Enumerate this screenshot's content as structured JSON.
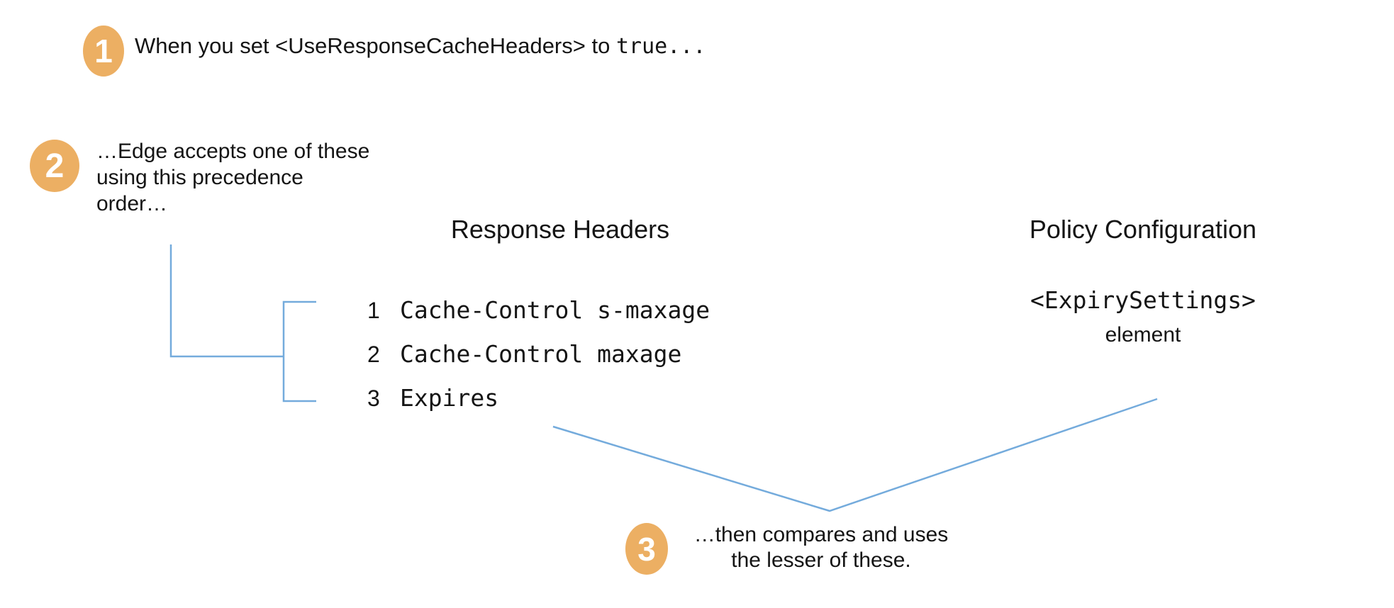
{
  "colors": {
    "accent_orange": "#ECAF63",
    "line_blue": "#74ABDC",
    "text_black": "#141414",
    "background": "#FFFFFF"
  },
  "steps": [
    {
      "number": "1",
      "text_prefix": "When you set <UseResponseCacheHeaders> to ",
      "text_code": "true..."
    },
    {
      "number": "2",
      "lines": [
        "…Edge accepts one of these",
        "using this precedence",
        "order…"
      ]
    },
    {
      "number": "3",
      "lines": [
        "…then compares and uses",
        "the lesser of these."
      ]
    }
  ],
  "columns": {
    "response_headers": {
      "title": "Response Headers",
      "items": [
        {
          "rank": "1",
          "label": "Cache-Control s-maxage"
        },
        {
          "rank": "2",
          "label": "Cache-Control maxage"
        },
        {
          "rank": "3",
          "label": "Expires"
        }
      ]
    },
    "policy_configuration": {
      "title": "Policy Configuration",
      "code": "<ExpirySettings>",
      "caption": "element"
    }
  }
}
